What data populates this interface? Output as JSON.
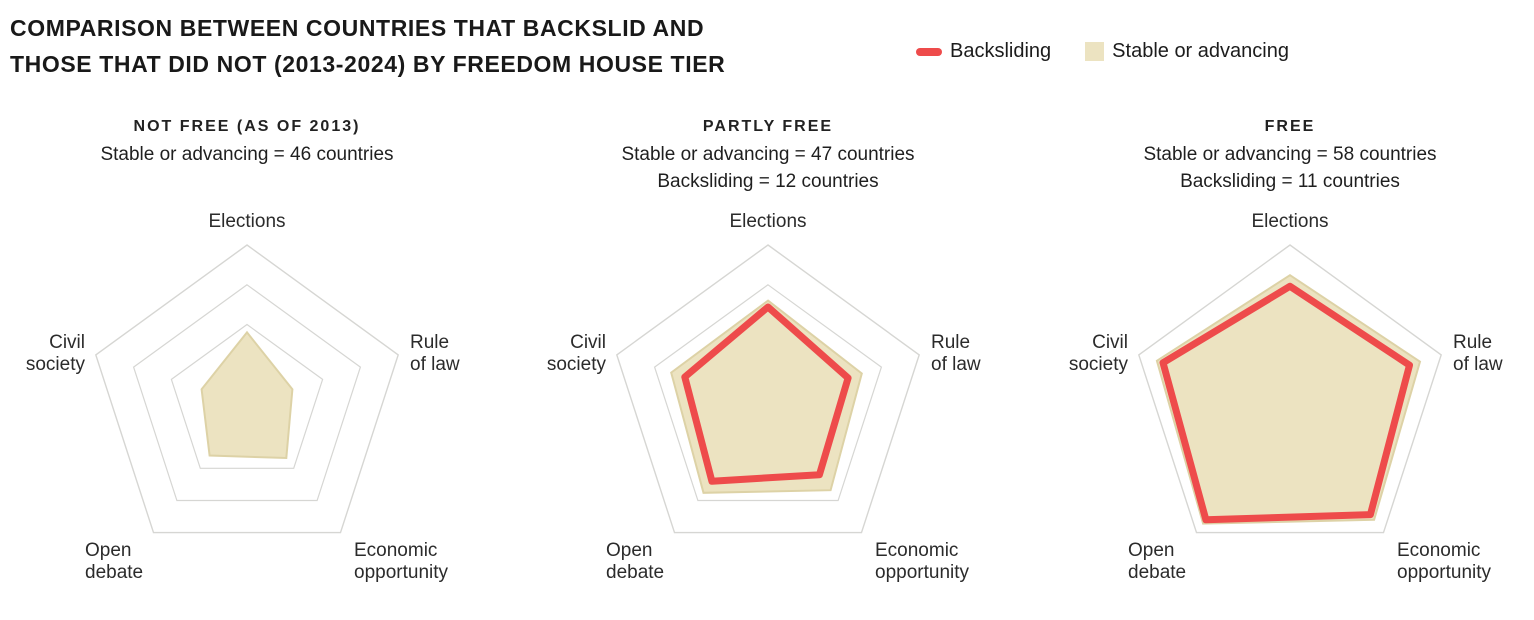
{
  "header": {
    "title_line1": "COMPARISON BETWEEN COUNTRIES THAT BACKSLID AND",
    "title_line2": "THOSE THAT DID NOT (2013-2024) BY FREEDOM HOUSE TIER"
  },
  "legend": {
    "items": [
      {
        "label": "Backsliding",
        "swatch": "red-dash"
      },
      {
        "label": "Stable or advancing",
        "swatch": "beige-square"
      }
    ]
  },
  "colors": {
    "backsliding_red": "#ee4b4b",
    "stable_beige": "#ece3c1",
    "stable_beige_edge": "#ddd2a6",
    "grid_line": "#d6d6d3",
    "text_dark": "#191919"
  },
  "chart_data": [
    {
      "type": "radar",
      "title": "NOT FREE (AS OF 2013)",
      "subtitle_lines": [
        "Stable or advancing = 46 countries"
      ],
      "categories": [
        "Elections",
        "Rule of law",
        "Economic opportunity",
        "Open debate",
        "Civil society"
      ],
      "grid_levels": [
        0.25,
        0.5,
        0.75,
        1
      ],
      "value_scale": "fraction of outer pentagon radius (no numeric axis labels in source)",
      "series": [
        {
          "name": "Stable or advancing",
          "style": "area",
          "values": [
            0.45,
            0.3,
            0.42,
            0.4,
            0.3
          ]
        }
      ]
    },
    {
      "type": "radar",
      "title": "PARTLY FREE",
      "subtitle_lines": [
        "Stable or advancing = 47 countries",
        "Backsliding = 12 countries"
      ],
      "categories": [
        "Elections",
        "Rule of law",
        "Economic opportunity",
        "Open debate",
        "Civil society"
      ],
      "grid_levels": [
        0.25,
        0.5,
        0.75,
        1
      ],
      "value_scale": "fraction of outer pentagon radius (no numeric axis labels in source)",
      "series": [
        {
          "name": "Stable or advancing",
          "style": "area",
          "values": [
            0.65,
            0.62,
            0.67,
            0.69,
            0.64
          ]
        },
        {
          "name": "Backsliding",
          "style": "outline",
          "values": [
            0.61,
            0.53,
            0.55,
            0.6,
            0.55
          ]
        }
      ]
    },
    {
      "type": "radar",
      "title": "FREE",
      "subtitle_lines": [
        "Stable or advancing = 58 countries",
        "Backsliding = 11 countries"
      ],
      "categories": [
        "Elections",
        "Rule of law",
        "Economic opportunity",
        "Open debate",
        "Civil society"
      ],
      "grid_levels": [
        0.25,
        0.5,
        0.75,
        1
      ],
      "value_scale": "fraction of outer pentagon radius (no numeric axis labels in source)",
      "series": [
        {
          "name": "Stable or advancing",
          "style": "area",
          "values": [
            0.81,
            0.86,
            0.9,
            0.93,
            0.88
          ]
        },
        {
          "name": "Backsliding",
          "style": "outline",
          "values": [
            0.74,
            0.79,
            0.86,
            0.9,
            0.84
          ]
        }
      ]
    }
  ]
}
